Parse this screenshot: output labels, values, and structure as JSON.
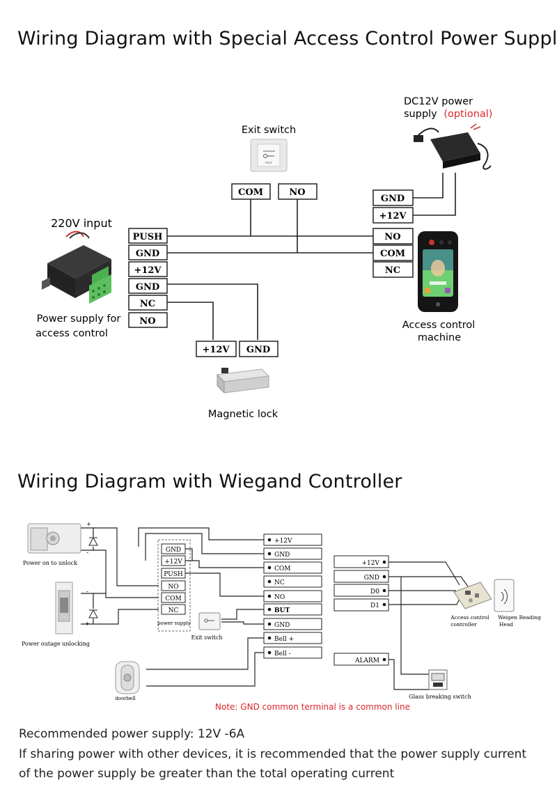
{
  "diagram1": {
    "title": "Wiring Diagram with Special Access Control Power Supply",
    "power_supply": {
      "input_label": "220V input",
      "caption_line1": "Power supply for",
      "caption_line2": "access control",
      "terminals": [
        "PUSH",
        "GND",
        "+12V",
        "GND",
        "NC",
        "NO"
      ]
    },
    "exit_switch": {
      "label": "Exit switch",
      "terminals": [
        "COM",
        "NO"
      ],
      "plate_text": "EXIT"
    },
    "dc_supply": {
      "label_line1": "DC12V power",
      "label_line2": "supply",
      "optional": "(optional)",
      "terminals": [
        "GND",
        "+12V"
      ]
    },
    "access_machine": {
      "terminals": [
        "NO",
        "COM",
        "NC"
      ],
      "caption_line1": "Access control",
      "caption_line2": "machine"
    },
    "magnetic_lock": {
      "label": "Magnetic lock",
      "terminals": [
        "+12V",
        "GND"
      ]
    }
  },
  "diagram2": {
    "title": "Wiring Diagram with Wiegand Controller",
    "left_labels": {
      "power_on": "Power on to unlock",
      "power_outage": "Power outage unlocking",
      "doorbell": "doorbell",
      "plus": "+",
      "minus": "-"
    },
    "psu": {
      "terminals": [
        "GND",
        "+12V",
        "PUSH",
        "NO",
        "COM",
        "NC"
      ],
      "caption": "power supply"
    },
    "exit_switch_label": "Exit switch",
    "center_terminals": [
      "+12V",
      "GND",
      "COM",
      "NC",
      "NO",
      "BUT",
      "GND",
      "Bell +",
      "Bell -"
    ],
    "right_terminals": [
      "+12V",
      "GND",
      "D0",
      "D1"
    ],
    "alarm_label": "ALARM",
    "controller_label_line1": "Access control",
    "controller_label_line2": "controller",
    "reader_label_line1": "Weigen Reading",
    "reader_label_line2": "Head",
    "glass_switch_label": "Glass breaking switch",
    "note": "Note: GND common terminal is a common line"
  },
  "recommendation": {
    "line1": "Recommended power supply: 12V -6A",
    "line2": "If sharing power with other devices, it is recommended that the power supply current",
    "line3": "of the power supply be greater than the total operating current"
  },
  "colors": {
    "note_red": "#d9252b",
    "optional_red": "#e0262a",
    "terminal_green": "#4caf50"
  }
}
